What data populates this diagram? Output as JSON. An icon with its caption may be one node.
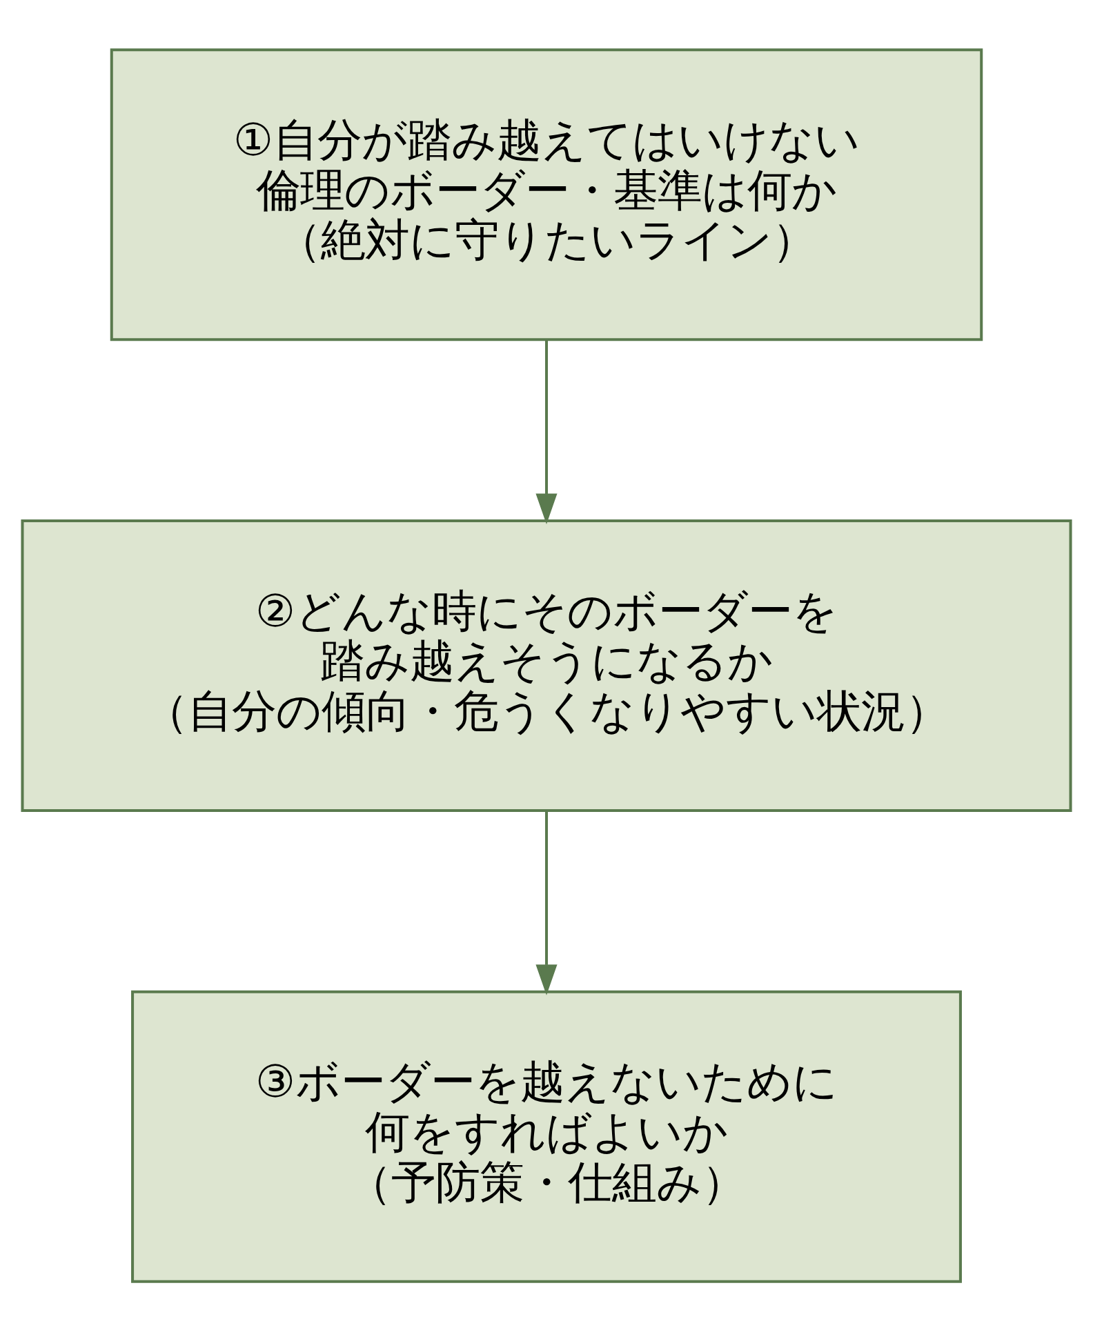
{
  "diagram": {
    "nodes": [
      {
        "text": [
          "①自分が踏み越えてはいけない",
          "倫理のボーダー・基準は何か",
          "（絶対に守りたいライン）"
        ]
      },
      {
        "text": [
          "②どんな時にそのボーダーを",
          "踏み越えそうになるか",
          "（自分の傾向・危うくなりやすい状況）"
        ]
      },
      {
        "text": [
          "③ボーダーを越えないために",
          "何をすればよいか",
          "（予防策・仕組み）"
        ]
      }
    ],
    "edges": [
      {
        "from": 0,
        "to": 1,
        "arrow": "to"
      },
      {
        "from": 1,
        "to": 2,
        "arrow": "to"
      }
    ]
  }
}
